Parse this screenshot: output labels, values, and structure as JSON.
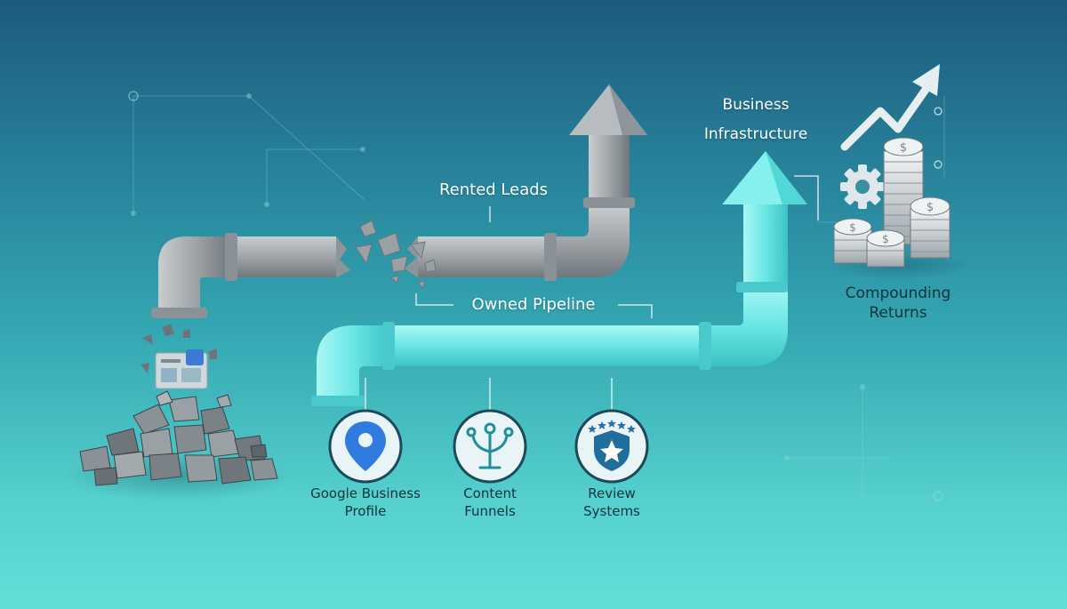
{
  "labels": {
    "rented_leads": "Rented Leads",
    "owned_pipeline": "Owned Pipeline",
    "business": "Business",
    "infrastructure": "Infrastructure",
    "compounding": "Compounding",
    "returns": "Returns"
  },
  "features": [
    {
      "line1": "Google Business",
      "line2": "Profile",
      "icon": "map-pin-icon"
    },
    {
      "line1": "Content",
      "line2": "Funnels",
      "icon": "funnel-tree-icon"
    },
    {
      "line1": "Review",
      "line2": "Systems",
      "icon": "star-shield-icon"
    }
  ],
  "colors": {
    "rented_pipe": "#a4a9ad",
    "owned_pipe": "#6ee9e7",
    "text_dark": "#12323d"
  }
}
